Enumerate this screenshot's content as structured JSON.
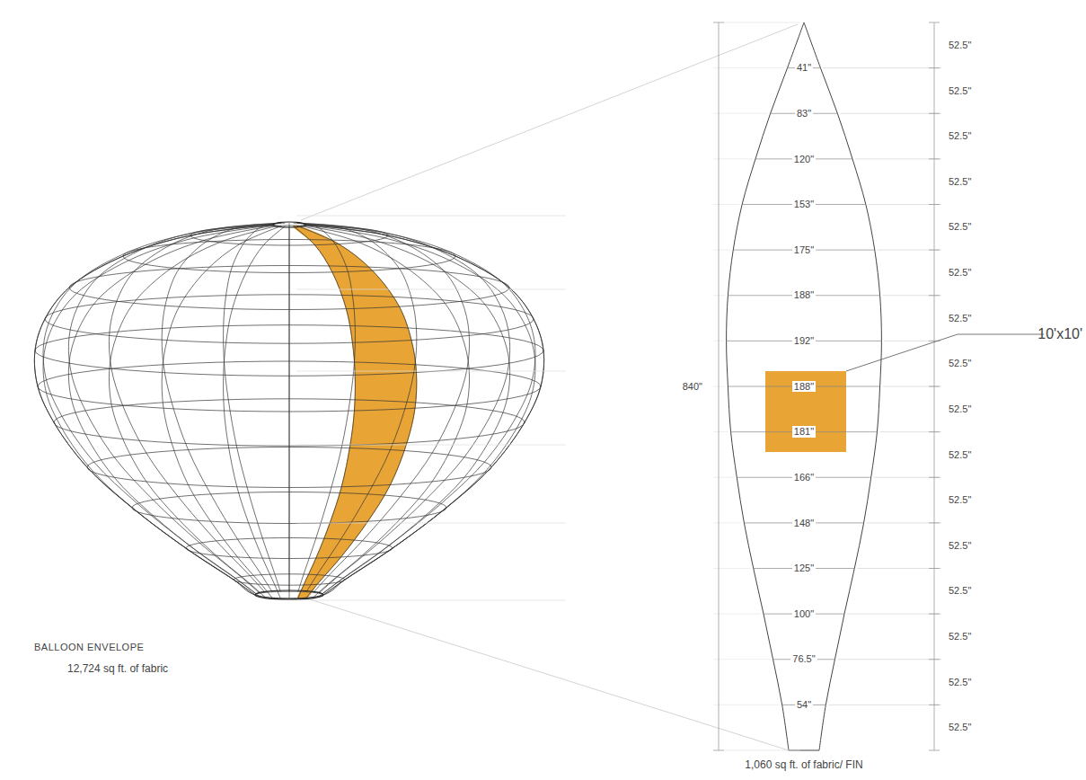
{
  "diagram": {
    "labels": [
      "BALLOON ENVELOPE",
      "12,724 sq ft. of fabric",
      "840\"",
      "41\"",
      "83\"",
      "120\"",
      "153\"",
      "175\"",
      "188\"",
      "192\"",
      "188\"",
      "181\"",
      "166\"",
      "148\"",
      "125\"",
      "100\"",
      "76.5\"",
      "54\"",
      "52.5\"",
      "52.5\"",
      "52.5\"",
      "52.5\"",
      "52.5\"",
      "52.5\"",
      "52.5\"",
      "52.5\"",
      "52.5\"",
      "52.5\"",
      "52.5\"",
      "52.5\"",
      "52.5\"",
      "52.5\"",
      "52.5\"",
      "52.5\"",
      "10'x10'",
      "1,060 sq ft. of fabric/ FIN"
    ]
  }
}
